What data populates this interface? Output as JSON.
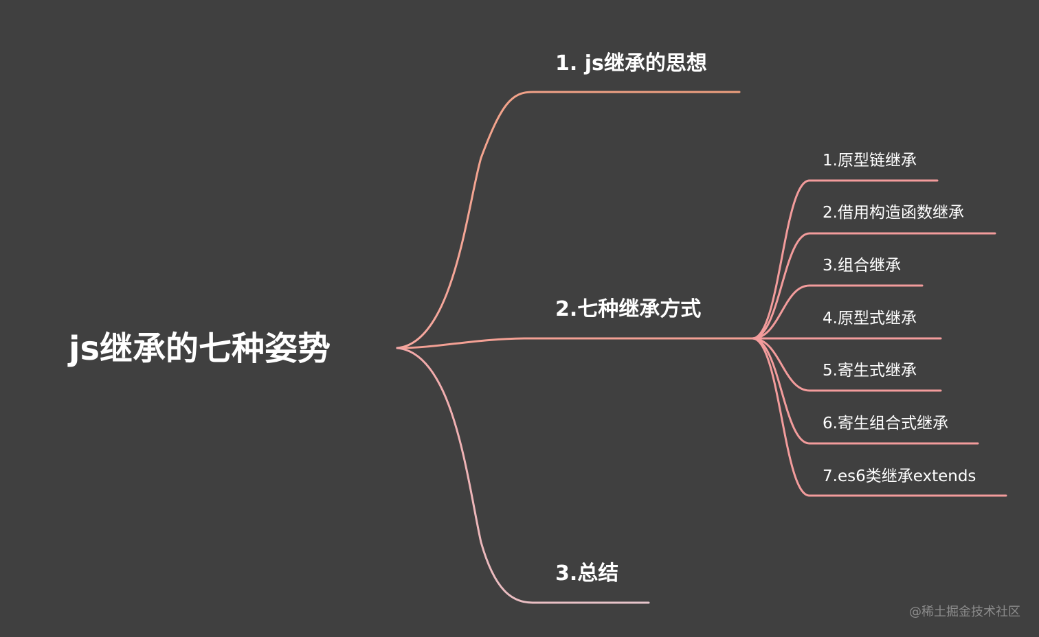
{
  "root": {
    "label": "js继承的七种姿势"
  },
  "branches": [
    {
      "label": "1. js继承的思想",
      "color": "#f0a07e",
      "children": []
    },
    {
      "label": "2.七种继承方式",
      "color": "#f3a094",
      "children": [
        {
          "label": "1.原型链继承"
        },
        {
          "label": "2.借用构造函数继承"
        },
        {
          "label": "3.组合继承"
        },
        {
          "label": "4.原型式继承"
        },
        {
          "label": "5.寄生式继承"
        },
        {
          "label": "6.寄生组合式继承"
        },
        {
          "label": "7.es6类继承extends"
        }
      ]
    },
    {
      "label": "3.总结",
      "color": "#e7bec6",
      "children": []
    }
  ],
  "leaf_color": "#f39c9c",
  "watermark": "@稀土掘金技术社区",
  "colors": {
    "background": "#404040",
    "text": "#ffffff",
    "watermark": "#8c8c8c"
  }
}
